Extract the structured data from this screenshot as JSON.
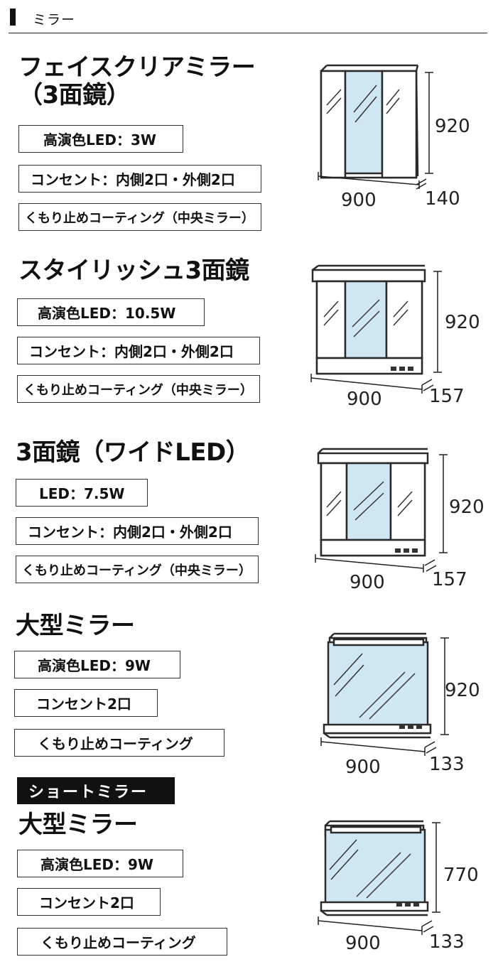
{
  "header": {
    "title": "ミラー"
  },
  "products": [
    {
      "title_line1": "フェイスクリアミラー",
      "title_line2": "（3面鏡）",
      "specs": [
        "高演色LED：3W",
        "コンセント：内側2口・外側2口",
        "くもり止めコーティング（中央ミラー）"
      ],
      "dims": {
        "height": "920",
        "width": "900",
        "depth": "140"
      }
    },
    {
      "title_line1": "スタイリッシュ3面鏡",
      "specs": [
        "高演色LED：10.5W",
        "コンセント：内側2口・外側2口",
        "くもり止めコーティング（中央ミラー）"
      ],
      "dims": {
        "height": "920",
        "width": "900",
        "depth": "157"
      }
    },
    {
      "title_line1": "3面鏡（ワイドLED）",
      "specs": [
        "LED：7.5W",
        "コンセント：内側2口・外側2口",
        "くもり止めコーティング（中央ミラー）"
      ],
      "dims": {
        "height": "920",
        "width": "900",
        "depth": "157"
      }
    },
    {
      "title_line1": "大型ミラー",
      "specs": [
        "高演色LED：9W",
        "コンセント2口",
        "くもり止めコーティング"
      ],
      "dims": {
        "height": "920",
        "width": "900",
        "depth": "133"
      }
    },
    {
      "tag": "ショートミラー",
      "title_line1": "大型ミラー",
      "specs": [
        "高演色LED：9W",
        "コンセント2口",
        "くもり止めコーティング"
      ],
      "dims": {
        "height": "770",
        "width": "900",
        "depth": "133"
      }
    }
  ],
  "colors": {
    "glass": "#cfe6f3",
    "frame": "#2a2a2a",
    "text": "#111111"
  }
}
